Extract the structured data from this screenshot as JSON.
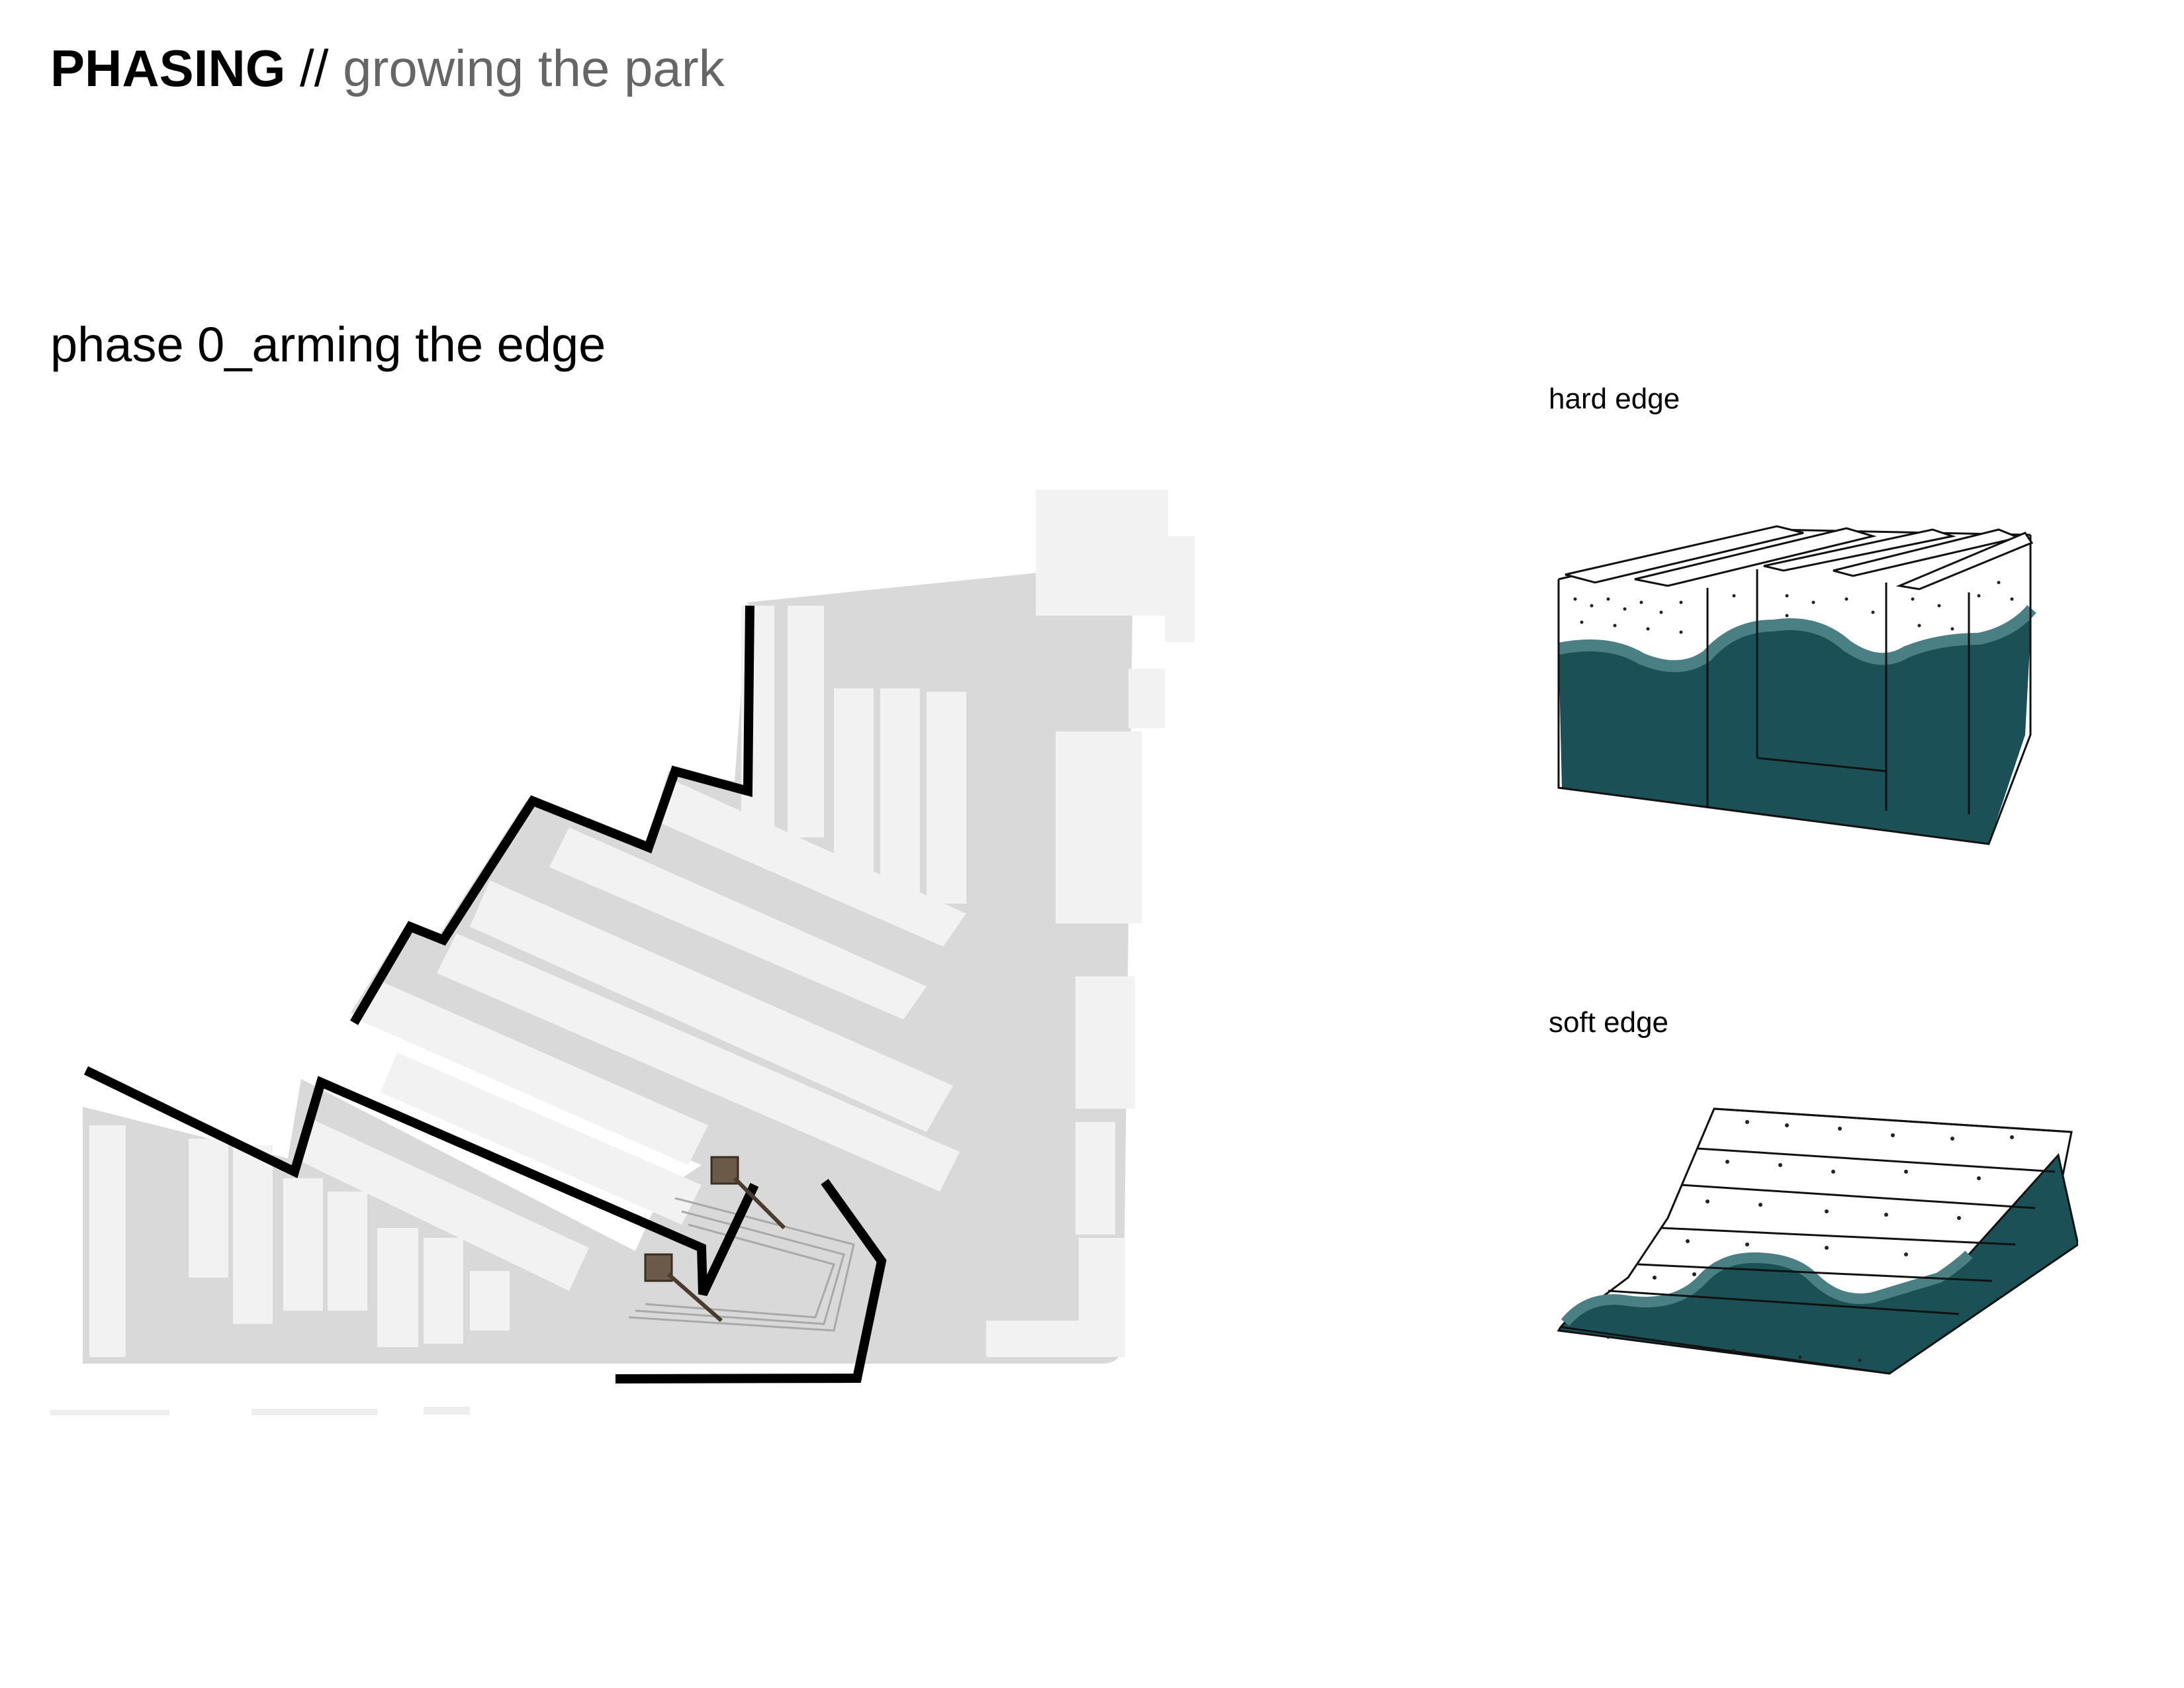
{
  "header": {
    "title_bold": "PHASING",
    "title_separator": " // ",
    "title_subtitle": "growing the park"
  },
  "phase_title": "phase 0_arming the edge",
  "diagrams": {
    "hard_edge_label": "hard edge",
    "soft_edge_label": "soft edge"
  },
  "colors": {
    "water": "#1b5156",
    "water_light": "#4a7f84",
    "site_ground": "#d9d9d9",
    "buildings": "#f2f2f2",
    "edge_line": "#000000",
    "subtitle_grey": "#666666"
  }
}
